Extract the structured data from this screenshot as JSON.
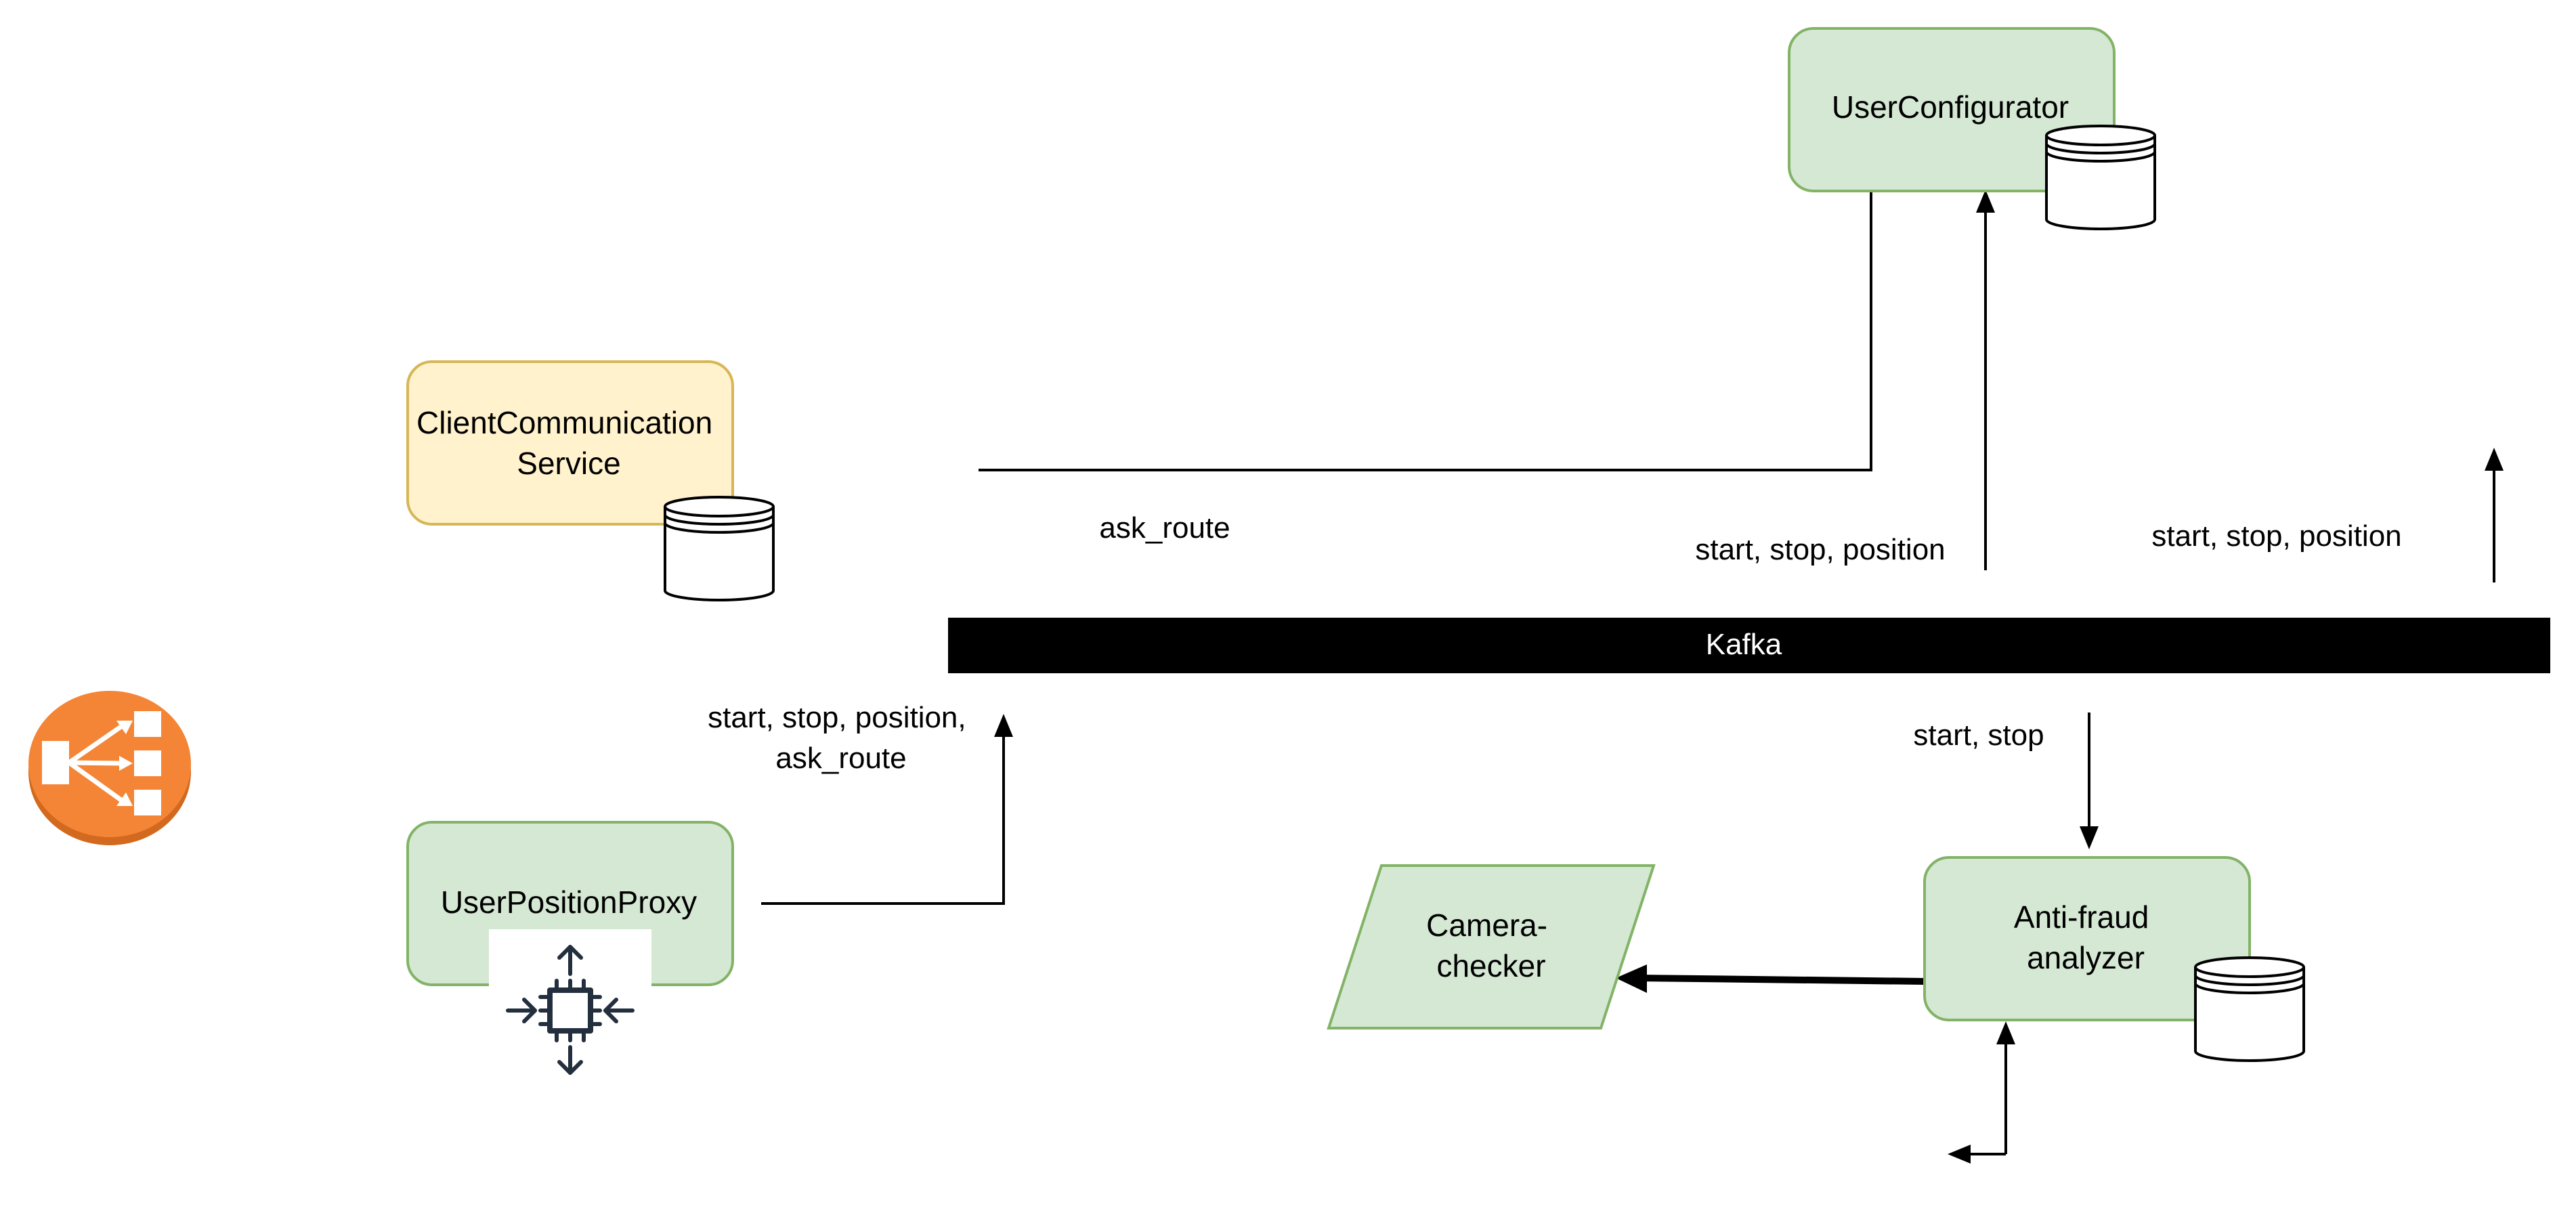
{
  "kafka": {
    "label": "Kafka"
  },
  "services": {
    "user_configurator": "UserConfigurator",
    "client_communication": [
      "ClientCommunication",
      "Service"
    ],
    "user_position_proxy": "UserPositionProxy",
    "anti_fraud": [
      "Anti-fraud",
      "analyzer"
    ],
    "camera_checker": [
      "Camera-",
      "checker"
    ]
  },
  "edge_labels": {
    "ask_route": "ask_route",
    "configurator_in": "start, stop, position",
    "right_out": "start, stop, position",
    "proxy_out": [
      "start, stop, position,",
      "ask_route"
    ],
    "anti_fraud_in": "start, stop"
  },
  "icons": {
    "load_balancer": "load-balancer-icon",
    "processor_scaling": "auto-scaling-icon",
    "database": "database-icon"
  },
  "colors": {
    "green_fill": "#d5e8d4",
    "green_stroke": "#82b366",
    "yellow_fill": "#fff2cc",
    "yellow_stroke": "#d6b656",
    "kafka_bar": "#000000",
    "lb_orange": "#f58536",
    "lb_orange_dark": "#d2691e",
    "icon_navy": "#232f3e"
  }
}
